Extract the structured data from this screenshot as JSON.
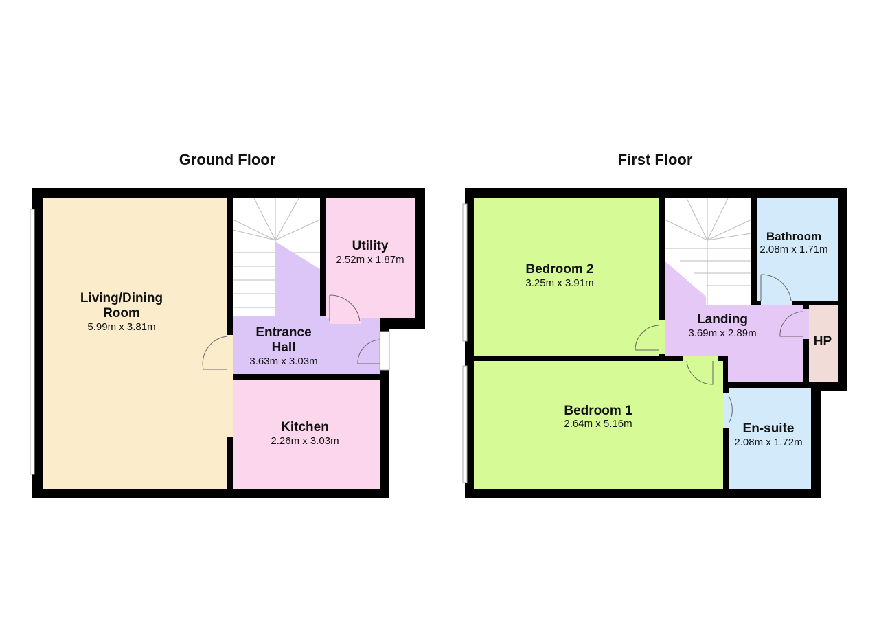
{
  "floors": [
    {
      "title": "Ground Floor",
      "rooms": [
        {
          "name_line1": "Living/Dining",
          "name_line2": "Room",
          "dims": "5.99m x 3.81m",
          "color": "#fbeccb"
        },
        {
          "name": "Utility",
          "dims": "2.52m x 1.87m",
          "color": "#fcd6ec"
        },
        {
          "name_line1": "Entrance",
          "name_line2": "Hall",
          "dims": "3.63m x 3.03m",
          "color": "#dcc5f7"
        },
        {
          "name": "Kitchen",
          "dims": "2.26m x 3.03m",
          "color": "#fcd6ec"
        }
      ]
    },
    {
      "title": "First Floor",
      "rooms": [
        {
          "name": "Bedroom 2",
          "dims": "3.25m x 3.91m",
          "color": "#d5fa96"
        },
        {
          "name": "Bathroom",
          "dims": "2.08m x 1.71m",
          "color": "#d3eafa"
        },
        {
          "name": "Landing",
          "dims": "3.69m x 2.89m",
          "color": "#e6c8f7"
        },
        {
          "name": "HP",
          "color": "#f2dcd8"
        },
        {
          "name": "Bedroom 1",
          "dims": "2.64m x 5.16m",
          "color": "#d5fa96"
        },
        {
          "name": "En-suite",
          "dims": "2.08m x 1.72m",
          "color": "#d3eafa"
        }
      ]
    }
  ]
}
